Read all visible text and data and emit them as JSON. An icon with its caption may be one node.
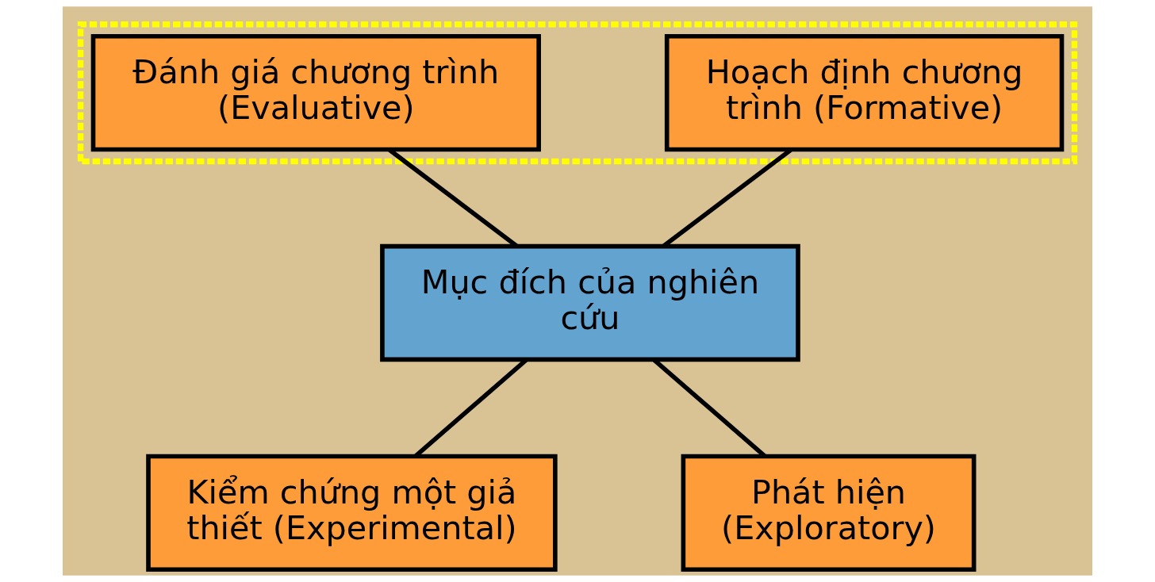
{
  "diagram": {
    "nodes": [
      {
        "text": [],
        "shape": "box"
      },
      {
        "text": [
          "Hoạch định chương trình (Formative)"
        ],
        "in": 0
      },
      {
        "text": [
          "Đánh giá chương trình (Evaluative)"
        ],
        "in": 0
      },
      {
        "text": [
          "Mục đích của nghiên cứu"
        ]
      },
      {
        "text": [
          "Kiểm chứng một giả thiết (Experimental)"
        ]
      },
      {
        "text": [
          "Phát hiện (Exploratory)"
        ]
      }
    ],
    "edges": [
      {
        "from": 1,
        "to": 3,
        "arrow": "none"
      },
      {
        "from": 2,
        "to": 3,
        "arrow": "none"
      },
      {
        "from": 3,
        "to": 4,
        "arrow": "none"
      },
      {
        "from": 3,
        "to": 5,
        "arrow": "none"
      }
    ]
  }
}
